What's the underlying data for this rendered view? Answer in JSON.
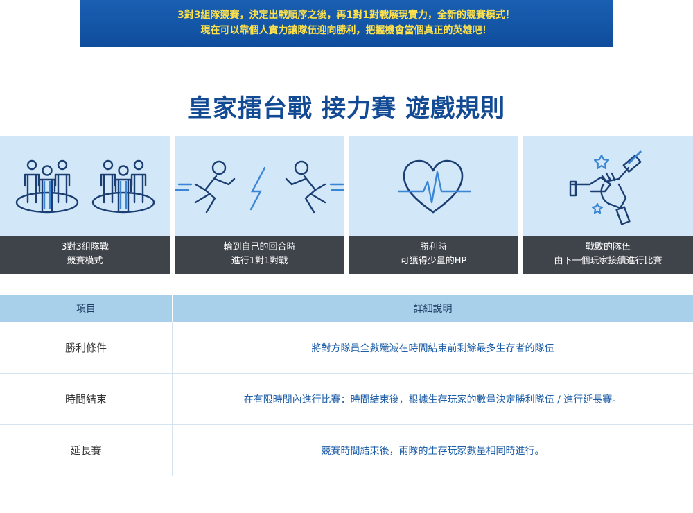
{
  "banner": {
    "line1": "3對3組隊競賽，決定出戰順序之後，再1對1對戰展現實力，全新的競賽模式！",
    "line2": "現在可以靠個人實力讓隊伍迎向勝利，把握機會當個真正的英雄吧！"
  },
  "title": "皇家擂台戰 接力賽 遊戲規則",
  "cards": [
    {
      "icon": "team-icon",
      "line1": "3對3組隊戰",
      "line2": "競賽模式"
    },
    {
      "icon": "runner-relay-icon",
      "line1": "輪到自己的回合時",
      "line2": "進行1對1對戰"
    },
    {
      "icon": "heart-rate-icon",
      "line1": "勝利時",
      "line2": "可獲得少量的HP"
    },
    {
      "icon": "hands-together-icon",
      "line1": "戰敗的隊伍",
      "line2": "由下一個玩家接續進行比賽"
    }
  ],
  "table": {
    "header": {
      "item": "項目",
      "detail": "詳細說明"
    },
    "rows": [
      {
        "item": "勝利條件",
        "detail": "將對方隊員全數殲滅在時間結束前剩餘最多生存者的隊伍"
      },
      {
        "item": "時間結束",
        "detail": "在有限時間內進行比賽：時間結束後，根據生存玩家的數量決定勝利隊伍 / 進行延長賽。"
      },
      {
        "item": "延長賽",
        "detail": "競賽時間結束後，兩隊的生存玩家數量相同時進行。"
      }
    ]
  },
  "colors": {
    "banner_bg": "#0f4d9c",
    "banner_text": "#ffe24a",
    "title": "#134a94",
    "card_bg": "#d2e7f7",
    "caption_bg": "#3f434a",
    "table_header_bg": "#a9d0ea",
    "detail_text": "#1d5ea8",
    "icon_stroke": "#1b3e73",
    "icon_accent": "#3a86d4"
  }
}
